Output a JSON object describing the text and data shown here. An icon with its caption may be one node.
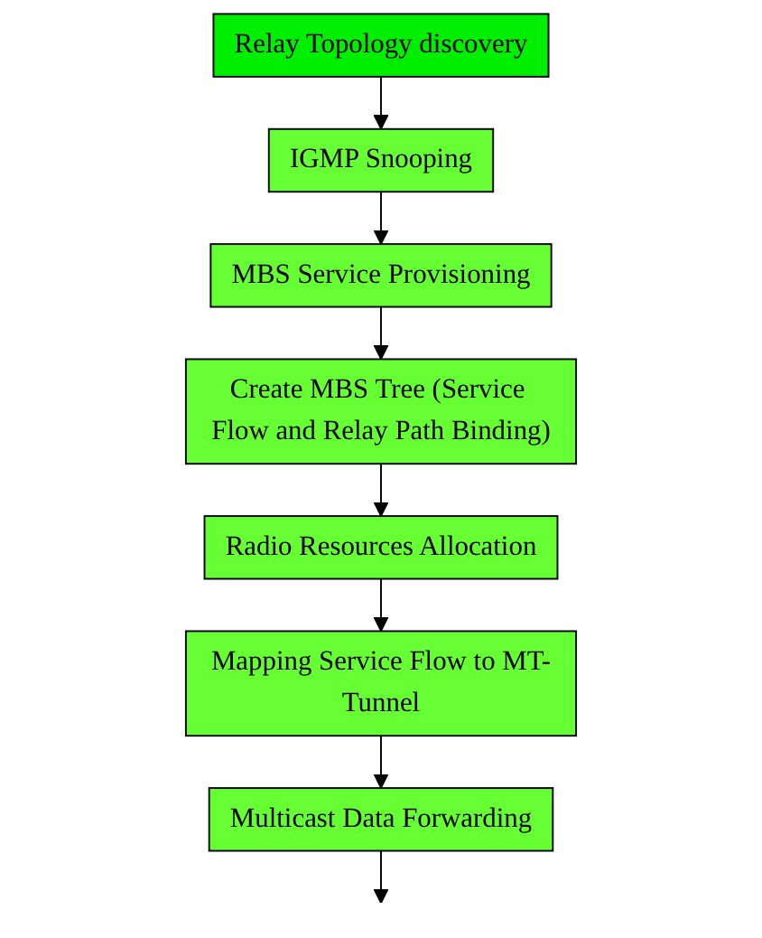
{
  "diagram": {
    "nodes": [
      {
        "text": [
          "Relay Topology discovery"
        ]
      },
      {
        "text": [
          "IGMP Snooping"
        ]
      },
      {
        "text": [
          "MBS Service Provisioning"
        ]
      },
      {
        "text": [
          "Create MBS Tree (Service Flow and Relay Path Binding)"
        ]
      },
      {
        "text": [
          "Radio Resources Allocation"
        ]
      },
      {
        "text": [
          "Mapping Service Flow to MT-Tunnel"
        ]
      },
      {
        "text": [
          "Multicast Data Forwarding"
        ]
      }
    ],
    "edges": [
      {
        "from": 0,
        "to": 1,
        "arrow": "to"
      },
      {
        "from": 1,
        "to": 2,
        "arrow": "to"
      },
      {
        "from": 2,
        "to": 3,
        "arrow": "to"
      },
      {
        "from": 3,
        "to": 4,
        "arrow": "to"
      },
      {
        "from": 4,
        "to": 5,
        "arrow": "to"
      },
      {
        "from": 5,
        "to": 6,
        "arrow": "to"
      },
      {
        "from": 6,
        "to": null,
        "arrow": "to"
      }
    ]
  }
}
